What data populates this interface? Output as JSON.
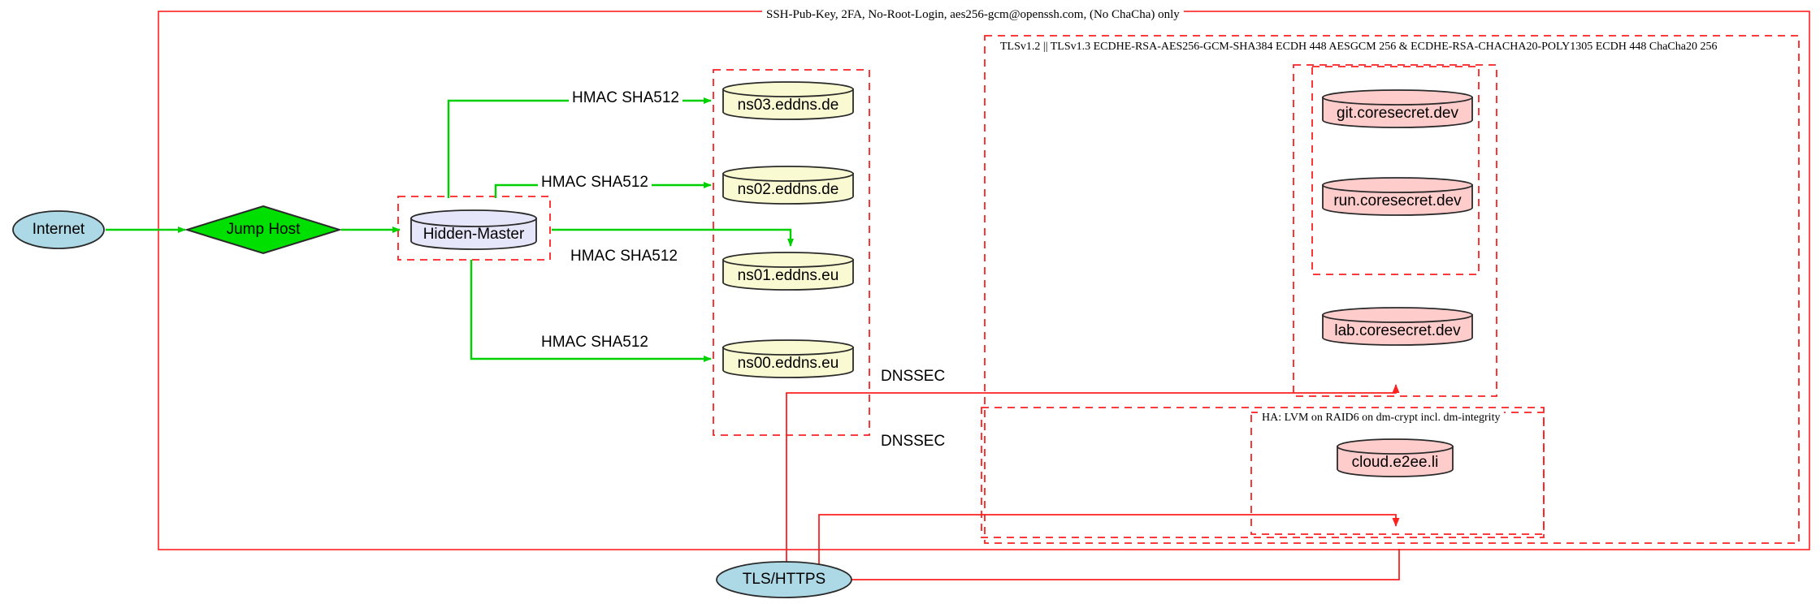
{
  "diagram": {
    "title_label": "SSH-Pub-Key, 2FA, No-Root-Login, aes256-gcm@openssh.com, (No ChaCha) only",
    "tls_label": "TLSv1.2 || TLSv1.3 ECDHE-RSA-AES256-GCM-SHA384 ECDH 448 AESGCM 256 & ECDHE-RSA-CHACHA20-POLY1305 ECDH 448 ChaCha20 256",
    "ha_label": "HA: LVM on RAID6 on dm-crypt incl. dm-integrity",
    "colors": {
      "internet_fill": "#add8e6",
      "jumphost_fill": "#00e000",
      "hiddenmaster_fill": "#e6e6fa",
      "ns_fill": "#fafad2",
      "service_fill": "#ffcccc",
      "boundary": "#ff2020",
      "secure_edge": "#00d000",
      "dnssec_edge": "#ff2020",
      "stroke": "#2a2a2a"
    }
  },
  "nodes": {
    "internet": {
      "label": "Internet",
      "shape": "ellipse"
    },
    "jump_host": {
      "label": "Jump Host",
      "shape": "diamond"
    },
    "hidden_master": {
      "label": "Hidden-Master",
      "shape": "cylinder"
    },
    "ns03": {
      "label": "ns03.eddns.de",
      "shape": "cylinder"
    },
    "ns02": {
      "label": "ns02.eddns.de",
      "shape": "cylinder"
    },
    "ns01": {
      "label": "ns01.eddns.eu",
      "shape": "cylinder"
    },
    "ns00": {
      "label": "ns00.eddns.eu",
      "shape": "cylinder"
    },
    "git": {
      "label": "git.coresecret.dev",
      "shape": "cylinder"
    },
    "run": {
      "label": "run.coresecret.dev",
      "shape": "cylinder"
    },
    "lab": {
      "label": "lab.coresecret.dev",
      "shape": "cylinder"
    },
    "cloud": {
      "label": "cloud.e2ee.li",
      "shape": "cylinder"
    },
    "tls_https": {
      "label": "TLS/HTTPS",
      "shape": "ellipse"
    }
  },
  "edges": [
    {
      "from": "internet",
      "to": "jump_host",
      "label": ""
    },
    {
      "from": "jump_host",
      "to": "hidden_master",
      "label": ""
    },
    {
      "from": "hidden_master",
      "to": "ns03",
      "label": "HMAC SHA512"
    },
    {
      "from": "hidden_master",
      "to": "ns02",
      "label": "HMAC SHA512"
    },
    {
      "from": "hidden_master",
      "to": "ns01",
      "label": "HMAC SHA512"
    },
    {
      "from": "hidden_master",
      "to": "ns00",
      "label": "HMAC SHA512"
    },
    {
      "from": "tls_https",
      "to": "coresecret_group",
      "label": "DNSSEC"
    },
    {
      "from": "tls_https",
      "to": "cloud",
      "label": "DNSSEC"
    }
  ],
  "edge_labels": {
    "hmac": "HMAC SHA512",
    "dnssec_upper": "DNSSEC",
    "dnssec_lower": "DNSSEC"
  }
}
